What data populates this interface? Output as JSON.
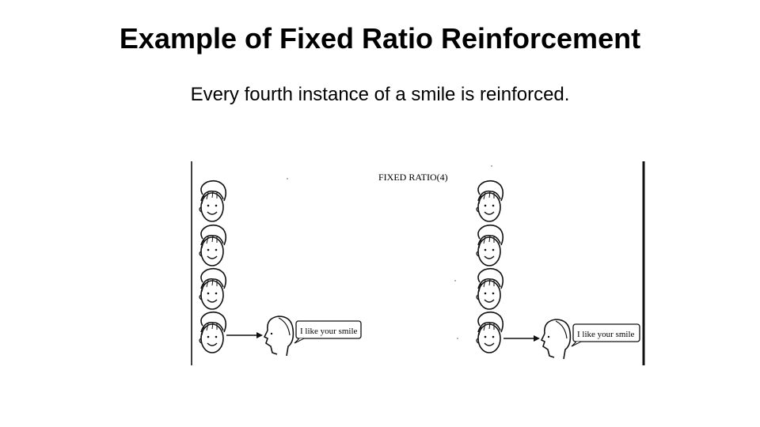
{
  "slide": {
    "title": "Example of Fixed Ratio Reinforcement",
    "subtitle": "Every fourth instance of a smile is reinforced."
  },
  "figure": {
    "label": "FIXED RATIO(4)",
    "speech_left": "I like your smile",
    "speech_right": "I like your smile",
    "colors": {
      "ink": "#111111",
      "paper": "#ffffff"
    },
    "icons": [
      "smiling-child-face-icon",
      "adult-profile-head-icon",
      "arrow-right-icon",
      "speech-bubble-icon"
    ]
  }
}
